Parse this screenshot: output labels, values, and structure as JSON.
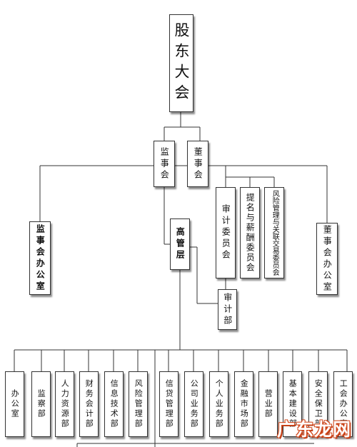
{
  "top": {
    "shareholders_meeting": "股东大会"
  },
  "board": {
    "supervisory_board": "监事会",
    "board_of_directors": "董事会"
  },
  "offices": {
    "supervisory_office": "监事会办公室",
    "board_office": "董事会办公室"
  },
  "committees": {
    "audit_committee": "审计委员会",
    "nomination_committee": "提名与薪酬委员会",
    "risk_committee": "风险管理与关联交易委员会"
  },
  "management": {
    "senior_management": "高管层",
    "audit_department": "审计部"
  },
  "departments": [
    "办公室",
    "监察部",
    "人力资源部",
    "财务会计部",
    "信息技术部",
    "风险管理部",
    "信贷管理部",
    "公司业务部",
    "个人业务部",
    "金融市场部",
    "营业部",
    "基本建设部",
    "安全保卫部",
    "工会办公室"
  ],
  "watermark": "广东龙网"
}
